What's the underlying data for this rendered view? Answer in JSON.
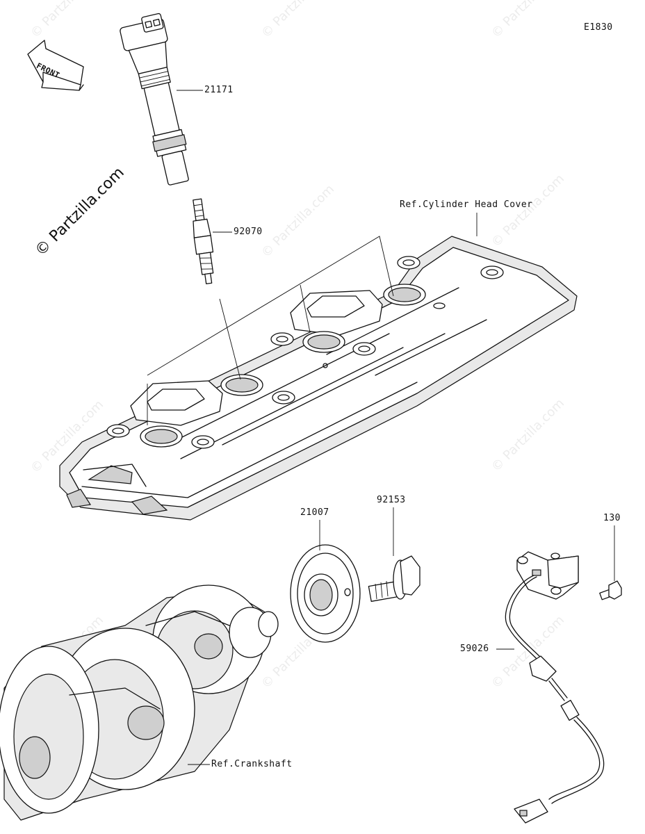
{
  "diagram_id": "E1830",
  "front_arrow_label": "FRONT",
  "copyright": "© Partzilla.com",
  "watermark": "© Partzilla.com",
  "parts": {
    "ignition_coil": "21171",
    "spark_plug": "92070",
    "cylinder_head_cover_ref": "Ref.Cylinder Head Cover",
    "rotor": "21007",
    "bolt": "92153",
    "sensor_bolt": "130",
    "crankshaft_sensor": "59026",
    "crankshaft_ref": "Ref.Crankshaft"
  }
}
